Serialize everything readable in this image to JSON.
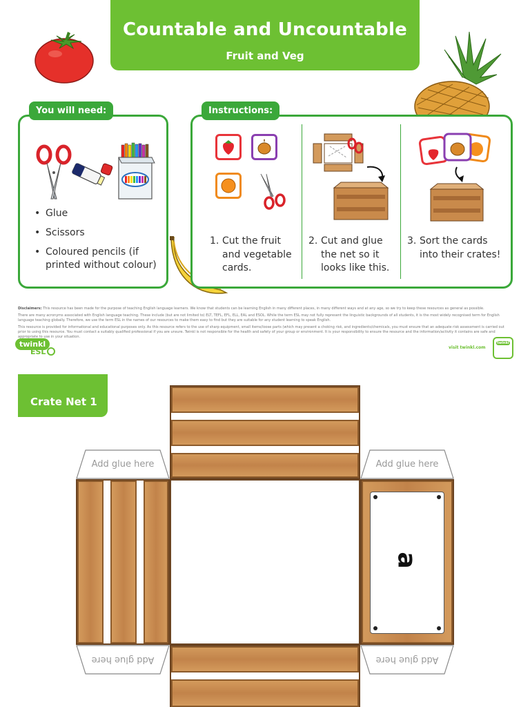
{
  "header": {
    "title": "Countable and Uncountable",
    "subtitle": "Fruit and Veg"
  },
  "you_will_need": {
    "label": "You will need:",
    "items": [
      "Glue",
      "Scissors",
      "Coloured pencils (if printed without colour)"
    ]
  },
  "instructions": {
    "label": "Instructions:",
    "steps": [
      {
        "num": "1.",
        "text": "Cut the fruit and vegetable cards."
      },
      {
        "num": "2.",
        "text": "Cut and glue the net so it looks like this."
      },
      {
        "num": "3.",
        "text": "Sort the cards into their crates!"
      }
    ]
  },
  "disclaimer": {
    "heading": "Disclaimers:",
    "p1": "This resource has been made for the purpose of teaching English language learners. We know that students can be learning English in many different places, in many different ways and at any age, so we try to keep these resources as general as possible.",
    "p2": "There are many acronyms associated with English language teaching. These include (but are not limited to) ELT, TEFL, EFL, ELL, EAL and ESOL. While the term ESL may not fully represent the linguistic backgrounds of all students, it is the most widely recognised term for English language teaching globally. Therefore, we use the term ESL in the names of our resources to make them easy to find but they are suitable for any student learning to speak English.",
    "p3": "This resource is provided for informational and educational purposes only. As this resource refers to the use of sharp equipment, small items/loose parts (which may present a choking risk, and ingredients/chemicals, you must ensure that an adequate risk assessment is carried out prior to using this resource. You must contact a suitably qualified professional if you are unsure. Twinkl is not responsible for the health and safety of your group or environment. It is your responsibility to ensure the resource and the information/activity it contains are safe and appropriate to use in your situation."
  },
  "footer": {
    "logo_top": "twinkl",
    "logo_bottom": "ESL",
    "visit": "visit twinkl.com",
    "badge": "twinkl"
  },
  "crate": {
    "label": "Crate Net 1",
    "glue_text": "Add glue here",
    "card_letter": "a"
  },
  "colors": {
    "green": "#6dc033",
    "dark_green": "#3ba83a",
    "wood": "#c98a4b"
  }
}
